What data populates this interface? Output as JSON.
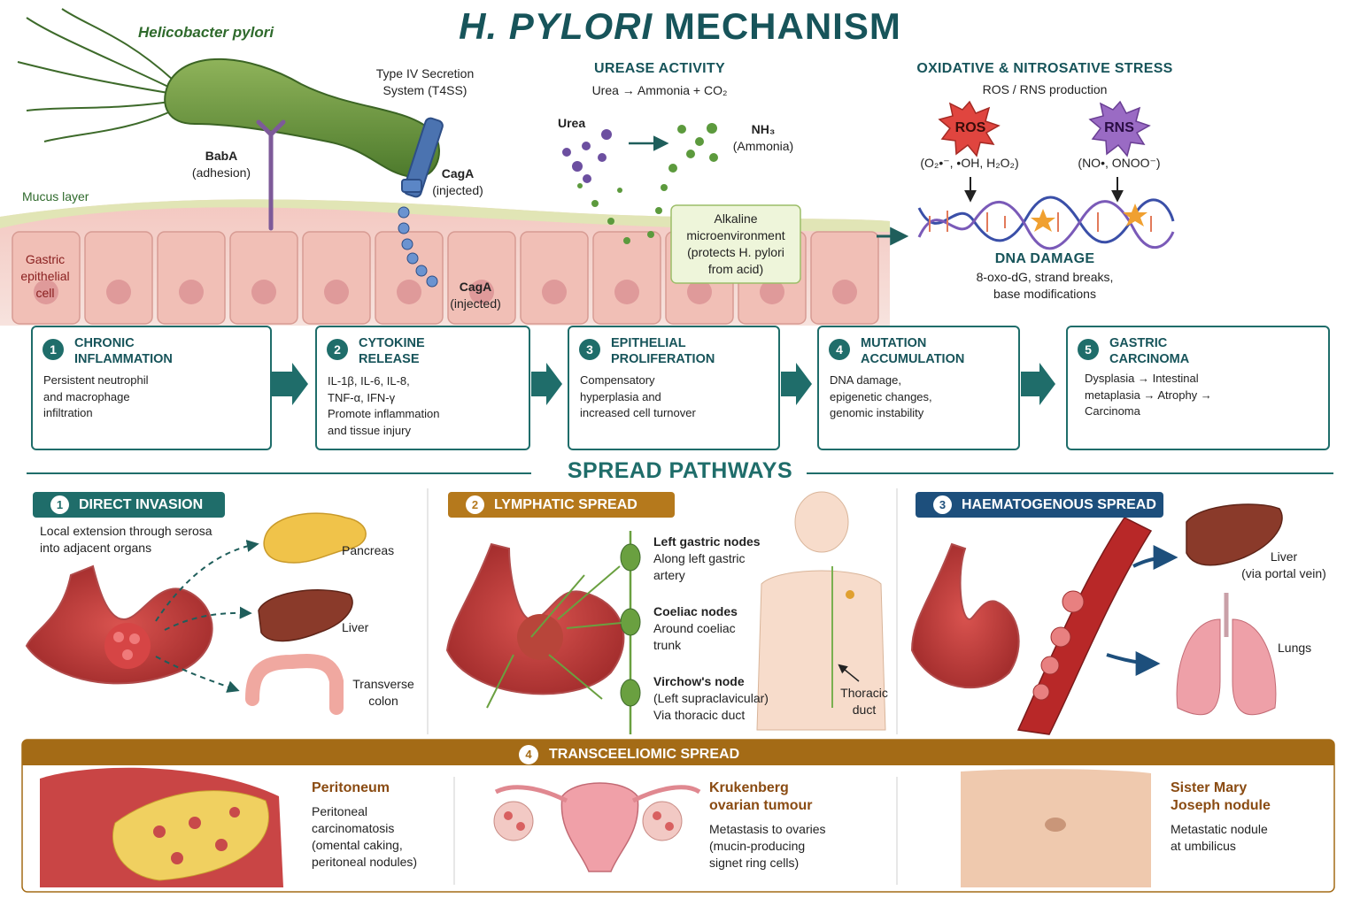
{
  "title_em": "H. PYLORI",
  "title_rest": " MECHANISM",
  "top": {
    "bacterium": "Helicobacter pylori",
    "t4ss": [
      "Type IV Secretion",
      "System (T4SS)"
    ],
    "baba": [
      "BabA",
      "(adhesion)"
    ],
    "caga_top": [
      "CagA",
      "(injected)"
    ],
    "caga_bottom": [
      "CagA",
      "(injected)"
    ],
    "mucus": "Mucus layer",
    "gastric_cell": [
      "Gastric",
      "epithelial",
      "cell"
    ]
  },
  "urease": {
    "heading": "UREASE ACTIVITY",
    "equation": "Urea → Ammonia + CO₂",
    "urea": "Urea",
    "nh3": "NH₃",
    "ammonia": "(Ammonia)",
    "alkaline": [
      "Alkaline",
      "microenvironment",
      "(protects H. pylori",
      "from acid)"
    ]
  },
  "stress": {
    "heading": "OXIDATIVE & NITROSATIVE STRESS",
    "sub": "ROS / RNS production",
    "ros": "ROS",
    "ros_species": "(O₂•⁻, •OH, H₂O₂)",
    "rns": "RNS",
    "rns_species": "(NO•, ONOO⁻)",
    "dna_heading": "DNA DAMAGE",
    "dna_desc": [
      "8-oxo-dG, strand breaks,",
      "base modifications"
    ]
  },
  "steps": [
    {
      "num": "1",
      "heading": [
        "CHRONIC",
        "INFLAMMATION"
      ],
      "text": [
        "Persistent neutrophil",
        "and macrophage",
        "infiltration"
      ]
    },
    {
      "num": "2",
      "heading": [
        "CYTOKINE",
        "RELEASE"
      ],
      "text": [
        "IL-1β, IL-6, IL-8,",
        "TNF-α, IFN-γ",
        "Promote inflammation",
        "and tissue injury"
      ]
    },
    {
      "num": "3",
      "heading": [
        "EPITHELIAL",
        "PROLIFERATION"
      ],
      "text": [
        "Compensatory",
        "hyperplasia and",
        "increased cell turnover"
      ]
    },
    {
      "num": "4",
      "heading": [
        "MUTATION",
        "ACCUMULATION"
      ],
      "text": [
        "DNA damage,",
        "epigenetic changes,",
        "genomic instability"
      ]
    },
    {
      "num": "5",
      "heading": [
        "GASTRIC",
        "CARCINOMA"
      ],
      "text": [
        "Dysplasia → Intestinal",
        "metaplasia → Atrophy →",
        "Carcinoma"
      ]
    }
  ],
  "spread": {
    "heading": "SPREAD PATHWAYS",
    "direct": {
      "num": "1",
      "label": "DIRECT INVASION",
      "desc": [
        "Local extension through serosa",
        "into adjacent organs"
      ],
      "pancreas": "Pancreas",
      "liver": "Liver",
      "colon": [
        "Transverse",
        "colon"
      ]
    },
    "lymphatic": {
      "num": "2",
      "label": "LYMPHATIC SPREAD",
      "left_gastric": [
        "Left gastric nodes",
        "Along left gastric",
        "artery"
      ],
      "coeliac": [
        "Coeliac nodes",
        "Around coeliac",
        "trunk"
      ],
      "virchow": [
        "Virchow's node",
        "(Left supraclavicular)",
        "Via thoracic duct"
      ],
      "thoracic": [
        "Thoracic",
        "duct"
      ]
    },
    "haematogenous": {
      "num": "3",
      "label": "HAEMATOGENOUS SPREAD",
      "liver": "Liver",
      "liver_sub": "(via portal vein)",
      "lungs": "Lungs"
    },
    "transcoelomic": {
      "num": "4",
      "label": "TRANSCEELIOMIC SPREAD",
      "peritoneum": {
        "title": "Peritoneum",
        "desc": [
          "Peritoneal",
          "carcinomatosis",
          "(omental caking,",
          "peritoneal nodules)"
        ]
      },
      "krukenberg": {
        "title": [
          "Krukenberg",
          "ovarian tumour"
        ],
        "desc": [
          "Metastasis to ovaries",
          "(mucin-producing",
          "signet ring cells)"
        ]
      },
      "sister": {
        "title": [
          "Sister Mary",
          "Joseph nodule"
        ],
        "desc": [
          "Metastatic nodule",
          "at umbilicus"
        ]
      }
    }
  },
  "colors": {
    "teal": "#1f6d6a",
    "ochre": "#b5791c",
    "navy": "#1d4f7c",
    "trans_header": "#a46b16"
  }
}
